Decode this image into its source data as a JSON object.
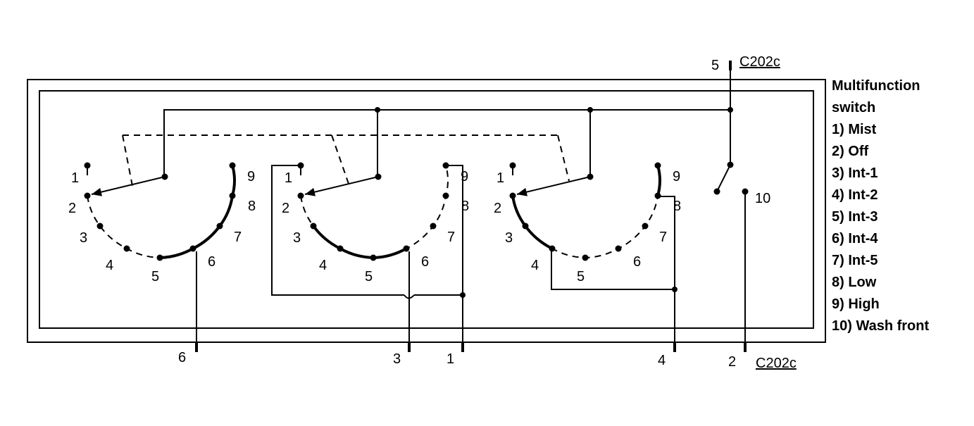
{
  "connector": {
    "top_label": "C202c",
    "bottom_label": "C202c",
    "top_pin": "5",
    "bottom_pins": [
      "6",
      "3",
      "1",
      "4",
      "2"
    ]
  },
  "switch_positions": [
    "1",
    "2",
    "3",
    "4",
    "5",
    "6",
    "7",
    "8",
    "9"
  ],
  "wash_contact": "10",
  "legend": {
    "title_line1": "Multifunction",
    "title_line2": "switch",
    "items": [
      "1)  Mist",
      "2)  Off",
      "3)  Int-1",
      "4)  Int-2",
      "5)  Int-3",
      "6)  Int-4",
      "7)  Int-5",
      "8)  Low",
      "9)  High",
      "10) Wash front"
    ]
  }
}
